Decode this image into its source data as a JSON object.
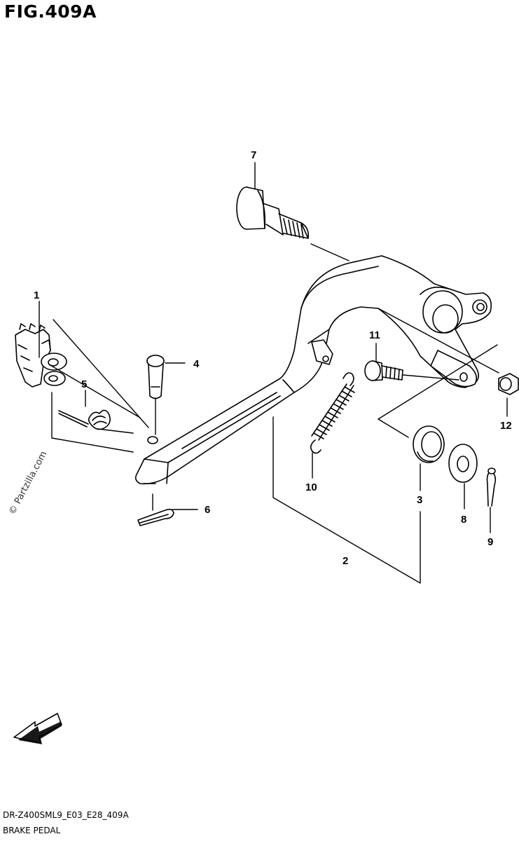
{
  "figure": {
    "title": "FIG.409A",
    "diagram_code": "DR-Z400SML9_E03_E28_409A",
    "diagram_name": "BRAKE PEDAL",
    "watermark": "© Partzilla.com",
    "fwd_label": "FWD"
  },
  "callouts": [
    "1",
    "2",
    "3",
    "4",
    "5",
    "6",
    "7",
    "8",
    "9",
    "10",
    "11",
    "12"
  ]
}
